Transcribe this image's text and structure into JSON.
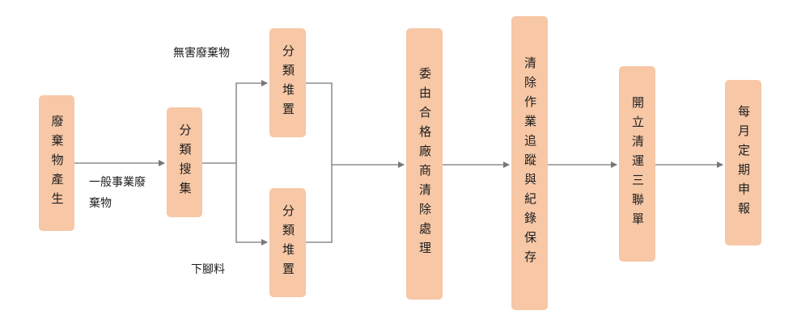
{
  "nodes": {
    "waste_generation": "廢棄物產生",
    "sort_collect": "分類搜集",
    "sort_stack_upper": "分類堆置",
    "sort_stack_lower": "分類堆置",
    "licensed_disposal": "委由合格廠商清除處理",
    "tracking_record": "清除作業追蹤與紀錄保存",
    "manifest": "開立清運三聯單",
    "monthly_report": "每月定期申報"
  },
  "labels": {
    "general_waste_line1": "一般事業廢",
    "general_waste_line2": "棄物",
    "non_hazardous": "無害廢棄物",
    "scrap": "下腳料"
  },
  "colors": {
    "node_fill": "#f7c7a6",
    "connector": "#777777"
  }
}
